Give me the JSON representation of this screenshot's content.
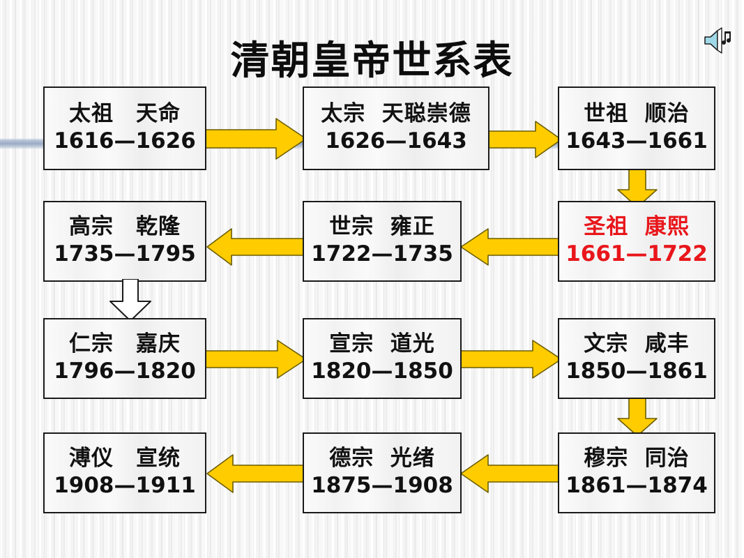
{
  "slide": {
    "title": "清朝皇帝世系表",
    "background_color": "#f4f4f4",
    "accent_arrow_color": "#FFCC00",
    "arrow_outline_color": "#6b5d00",
    "highlight_text_color": "#e8161b",
    "body_text_color": "#111111",
    "band_color": "#96a7c3"
  },
  "icons": {
    "sound": "speaker-sound-icon"
  },
  "boxes": [
    {
      "id": "taizu",
      "name": "太祖　天命",
      "years": "1616—1626",
      "highlight": false
    },
    {
      "id": "taizong",
      "name": "太宗  天聪崇德",
      "years": "1626—1643",
      "highlight": false
    },
    {
      "id": "shizu",
      "name": "世祖  顺治",
      "years": "1643—1661",
      "highlight": false
    },
    {
      "id": "shengzu",
      "name": "圣祖  康熙",
      "years": "1661—1722",
      "highlight": true
    },
    {
      "id": "shizong",
      "name": "世宗  雍正",
      "years": "1722—1735",
      "highlight": false
    },
    {
      "id": "gaozong",
      "name": "高宗　乾隆",
      "years": "1735—1795",
      "highlight": false
    },
    {
      "id": "renzong",
      "name": "仁宗　嘉庆",
      "years": "1796—1820",
      "highlight": false
    },
    {
      "id": "xuanzong",
      "name": "宣宗  道光",
      "years": "1820—1850",
      "highlight": false
    },
    {
      "id": "wenzong",
      "name": "文宗  咸丰",
      "years": "1850—1861",
      "highlight": false
    },
    {
      "id": "muzong",
      "name": "穆宗  同治",
      "years": "1861—1874",
      "highlight": false
    },
    {
      "id": "dezong",
      "name": "德宗  光绪",
      "years": "1875—1908",
      "highlight": false
    },
    {
      "id": "puyi",
      "name": "溥仪　宣统",
      "years": "1908—1911",
      "highlight": false
    }
  ],
  "connectors": [
    {
      "id": "taizu-to-taizong",
      "direction": "right",
      "style": "yellow"
    },
    {
      "id": "taizong-to-shizu",
      "direction": "right",
      "style": "yellow"
    },
    {
      "id": "shizu-to-shengzu",
      "direction": "down",
      "style": "yellow"
    },
    {
      "id": "shengzu-to-shizong",
      "direction": "left",
      "style": "yellow"
    },
    {
      "id": "shizong-to-gaozong",
      "direction": "left",
      "style": "yellow"
    },
    {
      "id": "gaozong-to-renzong",
      "direction": "down",
      "style": "white"
    },
    {
      "id": "renzong-to-xuanzong",
      "direction": "right",
      "style": "yellow"
    },
    {
      "id": "xuanzong-to-wenzong",
      "direction": "right",
      "style": "yellow"
    },
    {
      "id": "wenzong-to-muzong",
      "direction": "down",
      "style": "yellow"
    },
    {
      "id": "muzong-to-dezong",
      "direction": "left",
      "style": "yellow"
    },
    {
      "id": "dezong-to-puyi",
      "direction": "left",
      "style": "yellow"
    }
  ]
}
